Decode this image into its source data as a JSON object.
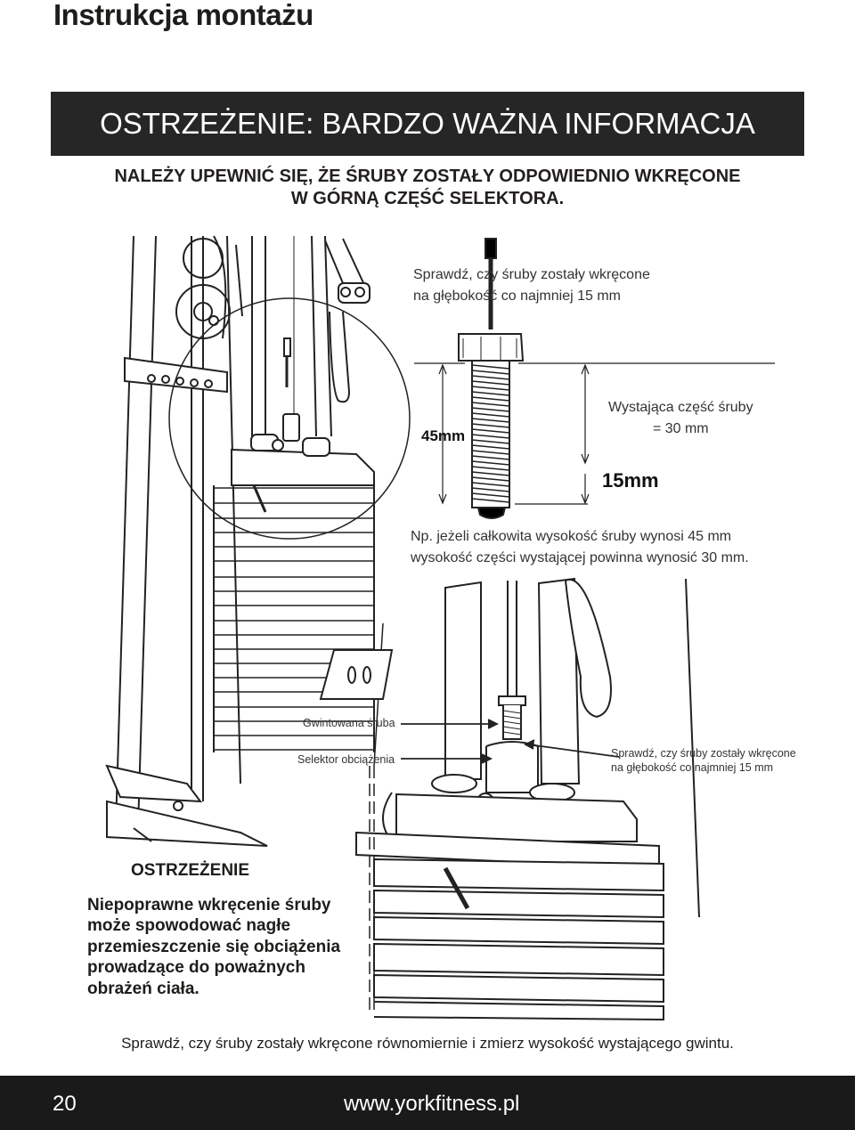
{
  "header": {
    "title": "Instrukcja montażu"
  },
  "banner": {
    "text": "OSTRZEŻENIE: BARDZO WAŻNA INFORMACJA"
  },
  "instruction": {
    "line1": "NALEŻY UPEWNIĆ SIĘ, ŻE ŚRUBY ZOSTAŁY ODPOWIEDNIO WKRĘCONE",
    "line2": "W GÓRNĄ CZĘŚĆ SELEKTORA."
  },
  "diagram_top": {
    "check_line1": "Sprawdź, czy śruby zostały wkręcone",
    "check_line2": "na głębokość co najmniej 15 mm",
    "protruding_line1": "Wystająca część śruby",
    "protruding_line2": "= 30 mm",
    "dim_total": "45mm",
    "dim_min": "15mm",
    "example_line1": "Np. jeżeli całkowita wysokość śruby wynosi 45 mm",
    "example_line2": "wysokość części wystającej powinna wynosić 30 mm."
  },
  "diagram_bottom": {
    "threaded_bolt": "Gwintowana śruba",
    "load_selector": "Selektor obciążenia",
    "check_line1": "Sprawdź, czy śruby zostały wkręcone",
    "check_line2": "na głębokość co najmniej 15 mm"
  },
  "warning": {
    "title": "OSTRZEŻENIE",
    "lines": [
      "Niepoprawne wkręcenie śruby",
      "może spowodować nagłe",
      "przemieszczenie się obciążenia",
      "prowadzące do poważnych",
      "obrażeń ciała."
    ]
  },
  "bottom_note": "Sprawdź, czy śruby zostały wkręcone równomiernie i zmierz wysokość wystającego gwintu.",
  "footer": {
    "page_number": "20",
    "website": "www.yorkfitness.pl"
  }
}
